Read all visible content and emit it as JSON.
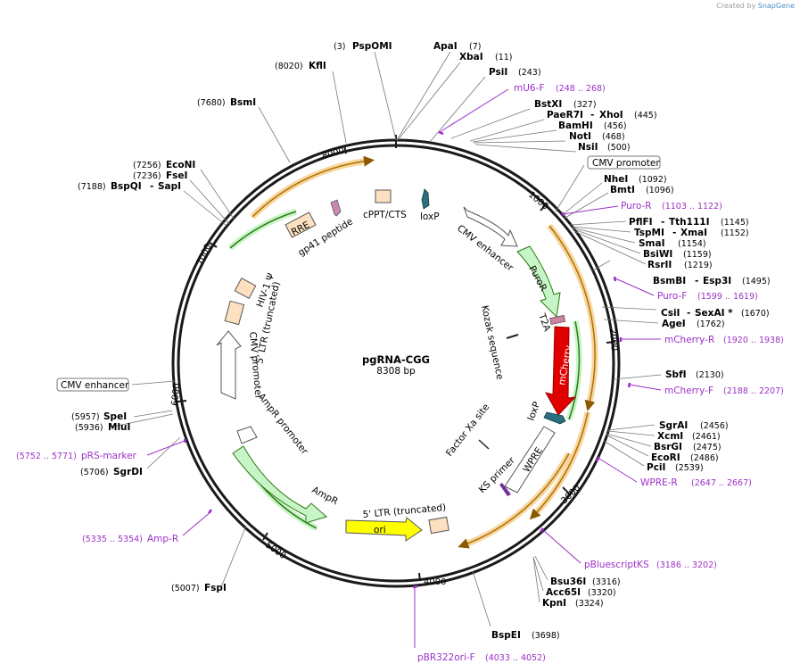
{
  "credit": {
    "prefix": "Created by",
    "brand": "SnapGene"
  },
  "plasmid": {
    "name": "pgRNA-CGG",
    "size": "8308 bp"
  },
  "ticks": [
    "1000",
    "2000",
    "3000",
    "4000",
    "5000",
    "6000",
    "7000",
    "8000"
  ],
  "enzymes": {
    "ApaI": "ApaI",
    "ApaI_pos": "(7)",
    "XbaI": "XbaI",
    "XbaI_pos": "(11)",
    "PspOMI": "PspOMI",
    "PspOMI_pos": "(3)",
    "KflI": "KflI",
    "KflI_pos": "(8020)",
    "PsiI": "PsiI",
    "PsiI_pos": "(243)",
    "BsmI": "BsmI",
    "BsmI_pos": "(7680)",
    "BstXI": "BstXI",
    "BstXI_pos": "(327)",
    "PaeR7I": "PaeR7I",
    "XhoI": "XhoI",
    "XhoI_pos": "(445)",
    "BamHI": "BamHI",
    "BamHI_pos": "(456)",
    "NotI": "NotI",
    "NotI_pos": "(468)",
    "NsiI": "NsiI",
    "NsiI_pos": "(500)",
    "EcoNI": "EcoNI",
    "EcoNI_pos": "(7256)",
    "FseI": "FseI",
    "FseI_pos": "(7236)",
    "BspQI": "BspQI",
    "SapI": "SapI",
    "SapI_pos": "(7188)",
    "NheI": "NheI",
    "NheI_pos": "(1092)",
    "BmtI": "BmtI",
    "BmtI_pos": "(1096)",
    "PflFI": "PflFI",
    "Tth111I": "Tth111I",
    "Tth111I_pos": "(1145)",
    "TspMI": "TspMI",
    "XmaI": "XmaI",
    "XmaI_pos": "(1152)",
    "SmaI": "SmaI",
    "SmaI_pos": "(1154)",
    "BsiWI": "BsiWI",
    "BsiWI_pos": "(1159)",
    "RsrII": "RsrII",
    "RsrII_pos": "(1219)",
    "BsmBI": "BsmBI",
    "Esp3I": "Esp3I",
    "Esp3I_pos": "(1495)",
    "CsiI": "CsiI",
    "SexAI": "SexAI *",
    "SexAI_pos": "(1670)",
    "AgeI": "AgeI",
    "AgeI_pos": "(1762)",
    "SbfI": "SbfI",
    "SbfI_pos": "(2130)",
    "SgrAI": "SgrAI",
    "SgrAI_pos": "(2456)",
    "XcmI": "XcmI",
    "XcmI_pos": "(2461)",
    "BsrGI": "BsrGI",
    "BsrGI_pos": "(2475)",
    "EcoRI": "EcoRI",
    "EcoRI_pos": "(2486)",
    "PciI": "PciI",
    "PciI_pos": "(2539)",
    "Bsu36I": "Bsu36I",
    "Bsu36I_pos": "(3316)",
    "Acc65I": "Acc65I",
    "Acc65I_pos": "(3320)",
    "KpnI": "KpnI",
    "KpnI_pos": "(3324)",
    "BspEI": "BspEI",
    "BspEI_pos": "(3698)",
    "FspI": "FspI",
    "FspI_pos": "(5007)",
    "SpeI": "SpeI",
    "SpeI_pos": "(5957)",
    "MluI": "MluI",
    "MluI_pos": "(5936)",
    "SgrDI": "SgrDI",
    "SgrDI_pos": "(5706)"
  },
  "primers": {
    "mU6F": "mU6-F",
    "mU6F_pos": "(248 .. 268)",
    "PuroR": "Puro-R",
    "PuroR_pos": "(1103 .. 1122)",
    "PuroF": "Puro-F",
    "PuroF_pos": "(1599 .. 1619)",
    "mCherryR": "mCherry-R",
    "mCherryR_pos": "(1920 .. 1938)",
    "mCherryF": "mCherry-F",
    "mCherryF_pos": "(2188 .. 2207)",
    "WPRER": "WPRE-R",
    "WPRER_pos": "(2647 .. 2667)",
    "pBluescriptKS": "pBluescriptKS",
    "pBluescriptKS_pos": "(3186 .. 3202)",
    "pBR322oriF": "pBR322ori-F",
    "pBR322oriF_pos": "(4033 .. 4052)",
    "AmpR": "Amp-R",
    "AmpR_pos": "(5335 .. 5354)",
    "pRSmarker": "pRS-marker",
    "pRSmarker_pos": "(5752 .. 5771)"
  },
  "boxed_features": {
    "cmv_promoter": "CMV promoter",
    "cmv_enhancer": "CMV enhancer"
  },
  "features": {
    "cmv_enhancer": "CMV enhancer",
    "puroR": "PuroR",
    "t2a": "T2A",
    "mcherry": "mCherry",
    "kozak": "Kozak sequence",
    "loxp_right": "loxP",
    "factor_xa": "Factor Xa site",
    "wpre": "WPRE",
    "ks_primer": "KS primer",
    "ltr_3": "5' LTR (truncated)",
    "ori": "ori",
    "ampr": "AmpR",
    "ampr_promoter": "AmpR promoter",
    "cmv_promoter_inner": "CMV promoter",
    "ltr_5": "5' LTR (truncated)",
    "hiv": "HIV-1 Ψ",
    "rre": "RRE",
    "gp41": "gp41 peptide",
    "cppt": "cPPT/CTS",
    "loxp_top": "loxP"
  },
  "colors": {
    "backbone": "#1a1a1a",
    "primer": "#9b30c8",
    "mcherry": "#e00000",
    "puro": "#c8f5c8",
    "ori": "#ffff00",
    "orange_arc": "#f0a030",
    "green_arc": "#5aa02c",
    "feature_box": "#fde0c0",
    "loxp": "#2a6f7f"
  }
}
